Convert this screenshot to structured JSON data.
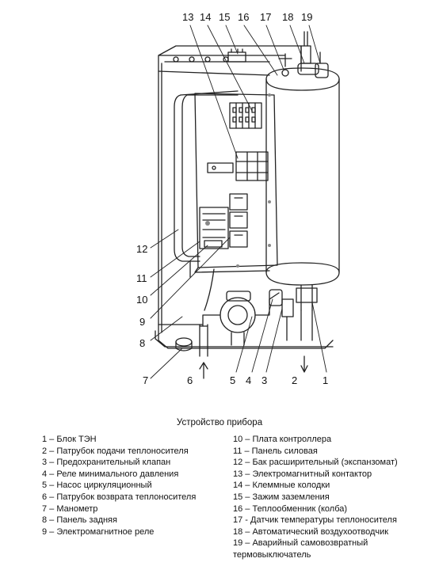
{
  "callouts": [
    "1",
    "2",
    "3",
    "4",
    "5",
    "6",
    "7",
    "8",
    "9",
    "10",
    "11",
    "12",
    "13",
    "14",
    "15",
    "16",
    "17",
    "18",
    "19"
  ],
  "caption": "Устройство прибора",
  "legend_left": [
    "1 – Блок ТЭН",
    "2 – Патрубок подачи теплоносителя",
    "3 – Предохранительный клапан",
    "4 – Реле минимального давления",
    "5 – Насос циркуляционный",
    "6 – Патрубок возврата теплоносителя",
    "7 – Манометр",
    "8 – Панель задняя",
    "9 – Электромагнитное реле"
  ],
  "legend_right": [
    "10 – Плата контроллера",
    "11 – Панель силовая",
    "12 – Бак расширительный (экспанзомат)",
    "13 – Электромагнитный контактор",
    "14 – Клеммные колодки",
    "15 – Зажим заземления",
    "16 – Теплообменник (колба)",
    "17 - Датчик температуры теплоносителя",
    "18 – Автоматический воздухоотводчик",
    "19 – Аварийный самовозвратный термовыключатель"
  ]
}
